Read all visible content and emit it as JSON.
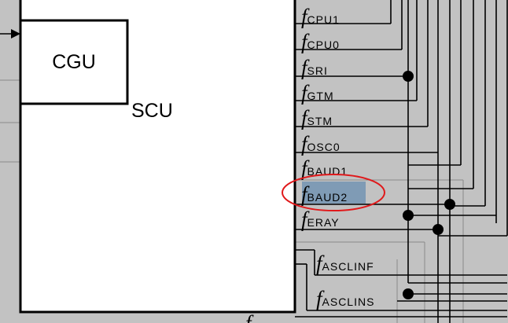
{
  "blocks": {
    "scu": "SCU",
    "cgu": "CGU"
  },
  "signals": [
    {
      "f": "f",
      "sub": "CPU1"
    },
    {
      "f": "f",
      "sub": "CPU0"
    },
    {
      "f": "f",
      "sub": "SRI"
    },
    {
      "f": "f",
      "sub": "GTM"
    },
    {
      "f": "f",
      "sub": "STM"
    },
    {
      "f": "f",
      "sub": "OSC0"
    },
    {
      "f": "f",
      "sub": "BAUD1"
    },
    {
      "f": "f",
      "sub": "BAUD2",
      "highlighted": true
    },
    {
      "f": "f",
      "sub": "ERAY"
    },
    {
      "f": "f",
      "sub": "ASCLINF"
    },
    {
      "f": "f",
      "sub": "ASCLINS"
    },
    {
      "f": "f",
      "sub": ""
    }
  ],
  "colors": {
    "background": "#c2c2c2",
    "block_fill": "#ffffff",
    "line": "#000000",
    "highlight": "#7f9bb5",
    "annotation": "#e0191b"
  }
}
